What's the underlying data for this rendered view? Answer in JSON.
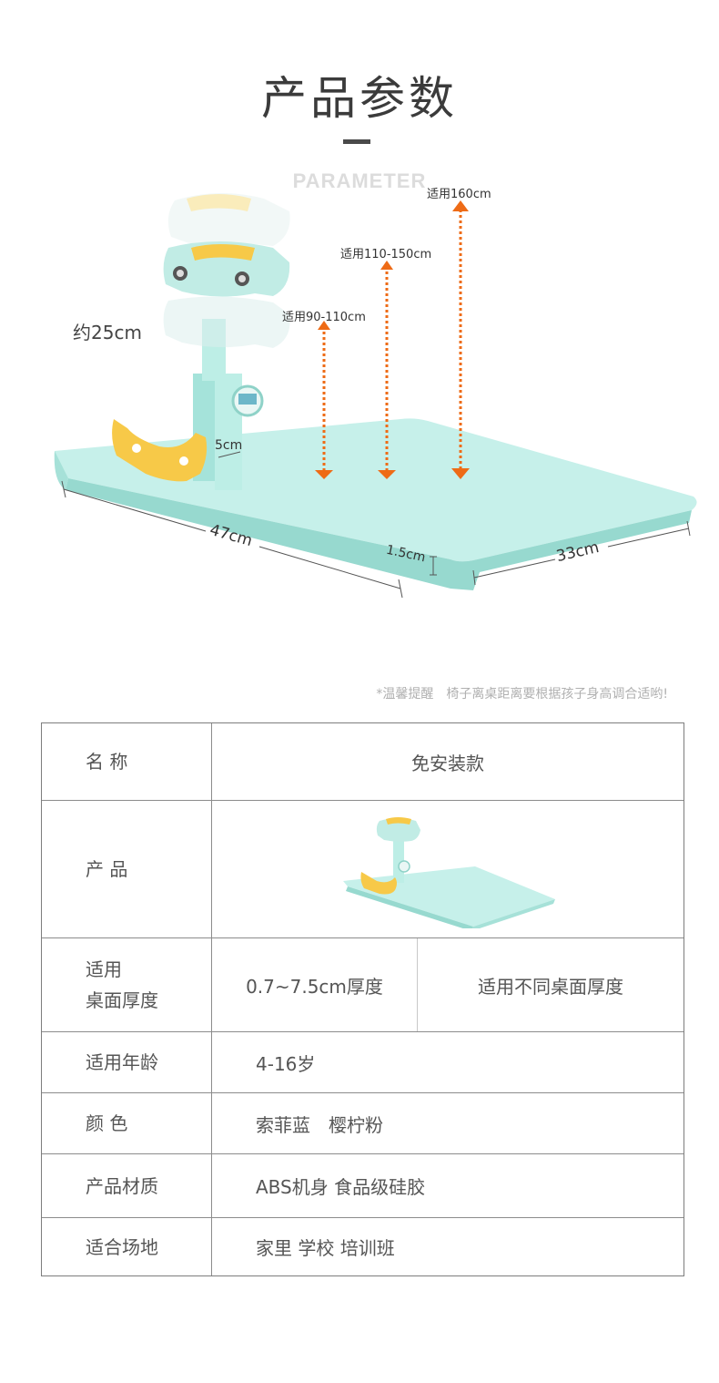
{
  "header": {
    "title": "产品参数",
    "subtitle": "PARAMETER"
  },
  "diagram": {
    "height_label": "约25cm",
    "range_labels": [
      "适用90-110cm",
      "适用110-150cm",
      "适用160cm"
    ],
    "gap_label": "5cm",
    "length_label": "47cm",
    "thickness_label": "1.5cm",
    "width_label": "33cm",
    "colors": {
      "board": "#b8ece4",
      "accent_yellow": "#f7c948",
      "arrow": "#ee6b16"
    }
  },
  "reminder": "*温馨提醒　椅子离桌距离要根据孩子身高调合适哟!",
  "table": {
    "rows": [
      {
        "label": "名 称",
        "value": "免安装款"
      },
      {
        "label": "产 品",
        "value": ""
      },
      {
        "label_line1": "适用",
        "label_line2": "桌面厚度",
        "value_a": "0.7~7.5cm厚度",
        "value_b": "适用不同桌面厚度"
      },
      {
        "label": "适用年龄",
        "value": "4-16岁"
      },
      {
        "label": "颜 色",
        "value": "索菲蓝　樱柠粉"
      },
      {
        "label": "产品材质",
        "value": "ABS机身  食品级硅胶"
      },
      {
        "label": "适合场地",
        "value": "家里   学校   培训班"
      }
    ]
  }
}
